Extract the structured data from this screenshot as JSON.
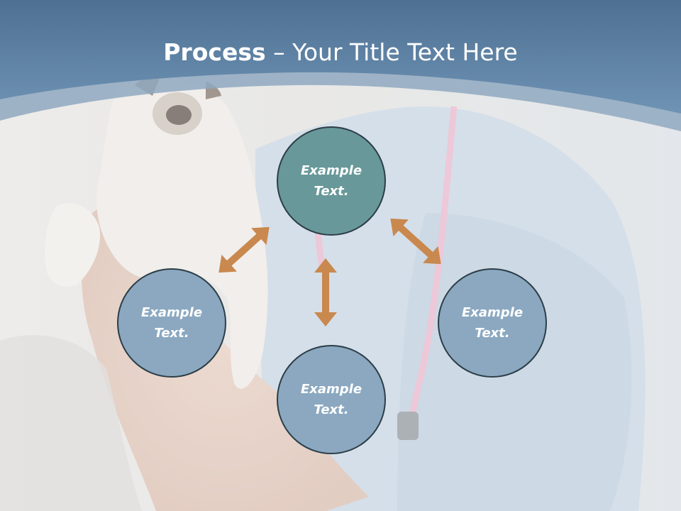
{
  "title": {
    "strong": "Process",
    "separator": " – ",
    "rest": "Your Title Text Here"
  },
  "nodes": {
    "top": {
      "line1": "Example",
      "line2": "Text."
    },
    "left": {
      "line1": "Example",
      "line2": "Text."
    },
    "right": {
      "line1": "Example",
      "line2": "Text."
    },
    "bottom": {
      "line1": "Example",
      "line2": "Text."
    }
  },
  "colors": {
    "header": "#5f84a8",
    "accent_node": "#68989a",
    "node": "#8ba8c0",
    "arrow": "#c9884e",
    "outline": "#2c3e48"
  }
}
